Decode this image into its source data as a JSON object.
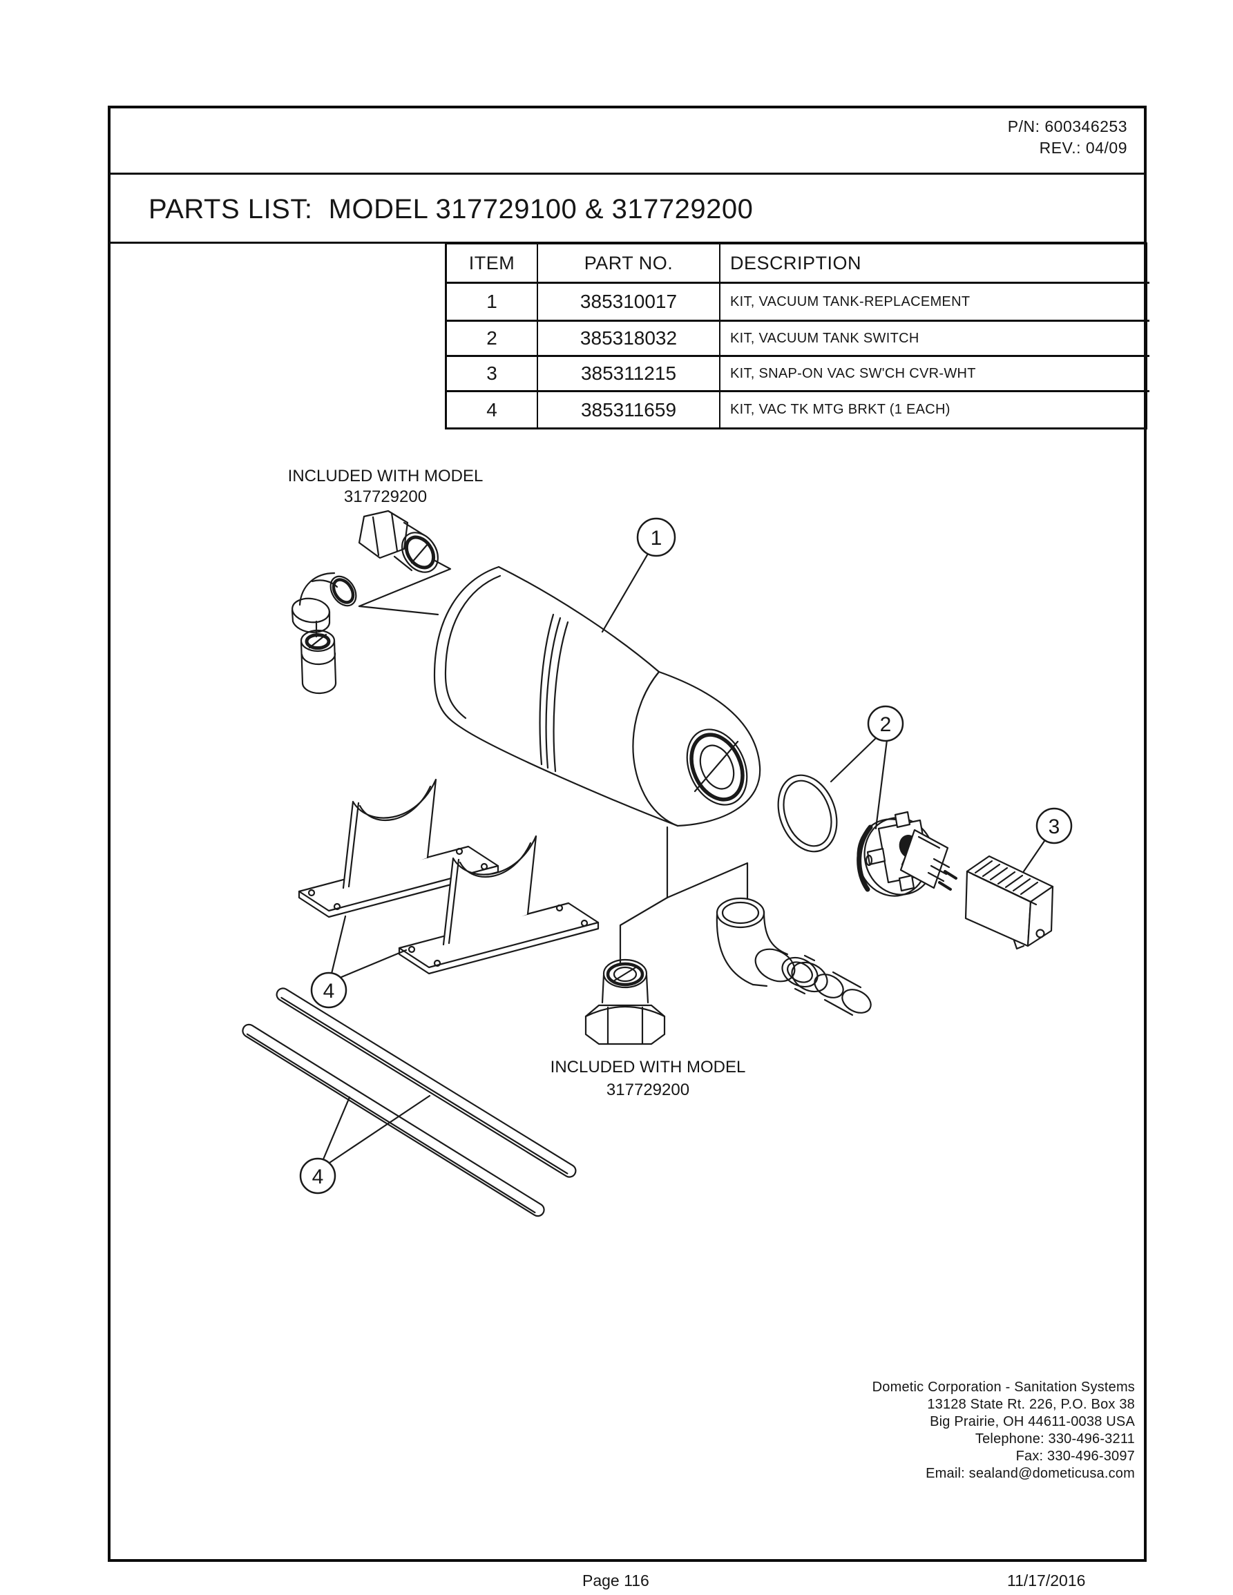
{
  "page": {
    "pn_label": "P/N:  600346253",
    "rev_label": "REV.: 04/09",
    "title": "PARTS LIST:  MODEL 317729100 & 317729200",
    "footer_page": "Page 116",
    "footer_date": "11/17/2016"
  },
  "parts_table": {
    "headers": [
      "ITEM",
      "PART NO.",
      "DESCRIPTION"
    ],
    "rows": [
      {
        "item": "1",
        "part_no": "385310017",
        "description": "KIT, VACUUM TANK-REPLACEMENT"
      },
      {
        "item": "2",
        "part_no": "385318032",
        "description": "KIT, VACUUM TANK SWITCH"
      },
      {
        "item": "3",
        "part_no": "385311215",
        "description": "KIT, SNAP-ON VAC SW'CH CVR-WHT"
      },
      {
        "item": "4",
        "part_no": "385311659",
        "description": "KIT, VAC TK MTG BRKT (1 EACH)"
      }
    ]
  },
  "diagram": {
    "included_top": {
      "line1": "INCLUDED WITH MODEL",
      "line2": "317729200"
    },
    "included_bottom": {
      "line1": "INCLUDED WITH MODEL",
      "line2": "317729200"
    },
    "callouts": [
      {
        "num": "1"
      },
      {
        "num": "2"
      },
      {
        "num": "3"
      },
      {
        "num": "4"
      },
      {
        "num": "4"
      }
    ]
  },
  "contact": {
    "lines": [
      "Dometic Corporation - Sanitation Systems",
      "13128 State Rt. 226, P.O. Box 38",
      "Big Prairie, OH 44611-0038 USA",
      "Telephone: 330-496-3211",
      "Fax: 330-496-3097",
      "Email: sealand@dometicusa.com"
    ]
  },
  "colors": {
    "ink": "#161616",
    "paper": "#ffffff"
  }
}
